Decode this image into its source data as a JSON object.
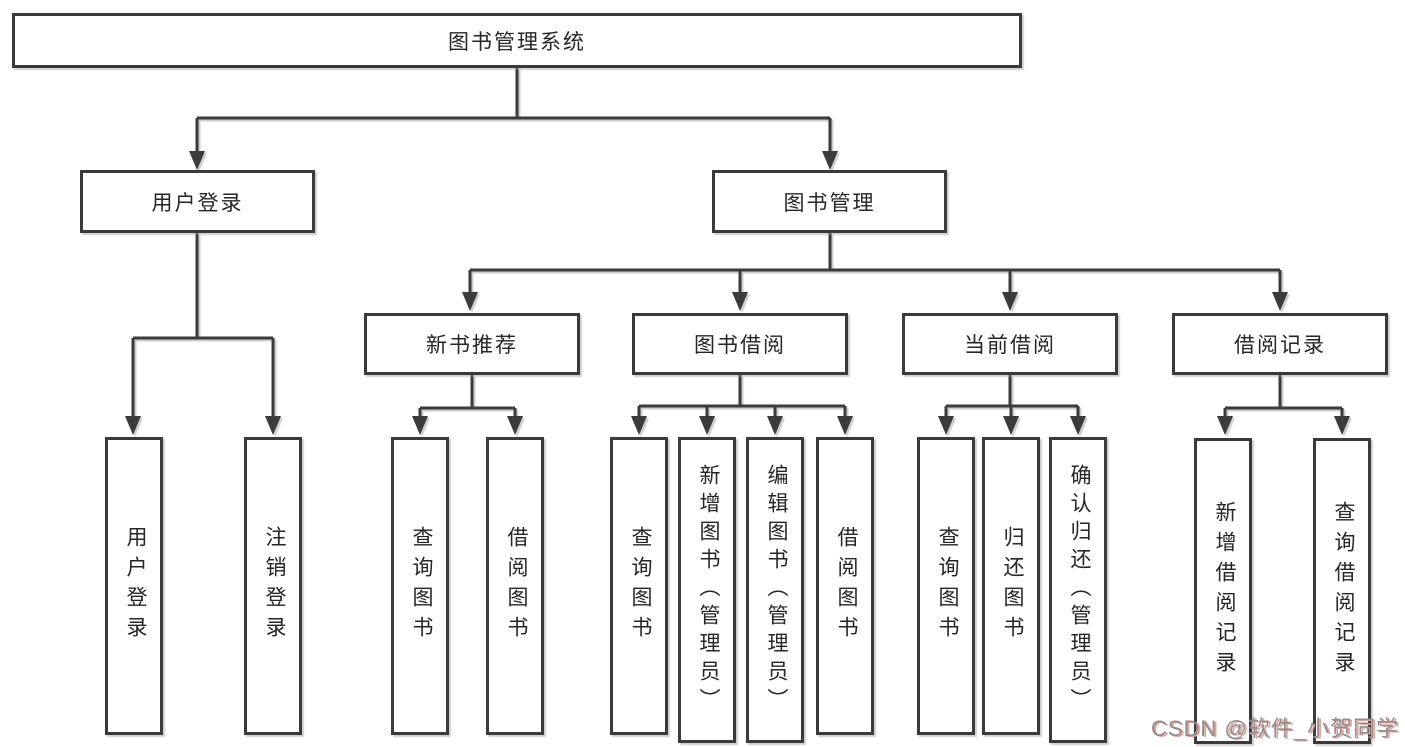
{
  "diagram": {
    "root": {
      "label": "图书管理系统"
    },
    "branches": [
      {
        "label": "用户登录",
        "children": [
          {
            "label": "用户登录"
          },
          {
            "label": "注销登录"
          }
        ]
      },
      {
        "label": "图书管理",
        "children": [
          {
            "label": "新书推荐",
            "children": [
              {
                "label": "查询图书"
              },
              {
                "label": "借阅图书"
              }
            ]
          },
          {
            "label": "图书借阅",
            "children": [
              {
                "label": "查询图书"
              },
              {
                "label": "新增图书（管理员）"
              },
              {
                "label": "编辑图书（管理员）"
              },
              {
                "label": "借阅图书"
              }
            ]
          },
          {
            "label": "当前借阅",
            "children": [
              {
                "label": "查询图书"
              },
              {
                "label": "归还图书"
              },
              {
                "label": "确认归还（管理员）"
              }
            ]
          },
          {
            "label": "借阅记录",
            "children": [
              {
                "label": "新增借阅记录"
              },
              {
                "label": "查询借阅记录"
              }
            ]
          }
        ]
      }
    ]
  },
  "watermark": {
    "text": "CSDN @软件_小贺同学"
  },
  "colors": {
    "line": "#3a3a3a",
    "box_border": "#3a3a3a",
    "text": "#262626",
    "background": "#ffffff",
    "watermark": "#8e8e8e",
    "watermark_shadow": "#e2a19a"
  }
}
